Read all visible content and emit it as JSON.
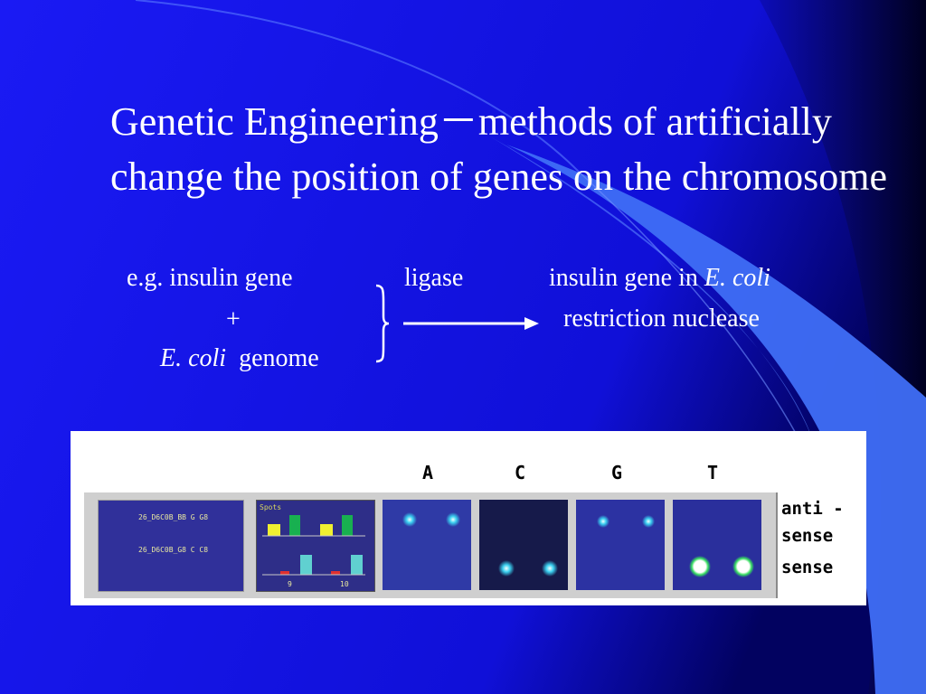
{
  "slide": {
    "title": "Genetic Engineering－methods of artificially change the position of genes on the chromosome",
    "reaction": {
      "left_prefix": "e.g. insulin gene",
      "plus": "+",
      "ecoli_italic": "E. coli",
      "genome_word": "genome",
      "enzyme_top": "ligase",
      "product_prefix": "insulin  gene in",
      "product_italic": "E. coli",
      "enzyme_bottom": "restriction nuclease"
    }
  },
  "figure": {
    "lane_labels": [
      "A",
      "C",
      "G",
      "T"
    ],
    "row_labels": [
      "anti -",
      "sense",
      "sense"
    ],
    "list_lines": [
      "26_D6C0B_BB G G8",
      "26_D6C0B_G8 C C8"
    ],
    "bar_panel_header": "Spots",
    "bar_axis_labels": [
      "9",
      "10"
    ]
  },
  "colors": {
    "background": "#1818f0",
    "panel_navy": "#303090",
    "bar_yellow": "#f0f030",
    "bar_green": "#18b050",
    "bar_cyan": "#60d0d0",
    "bar_red": "#e03030"
  }
}
